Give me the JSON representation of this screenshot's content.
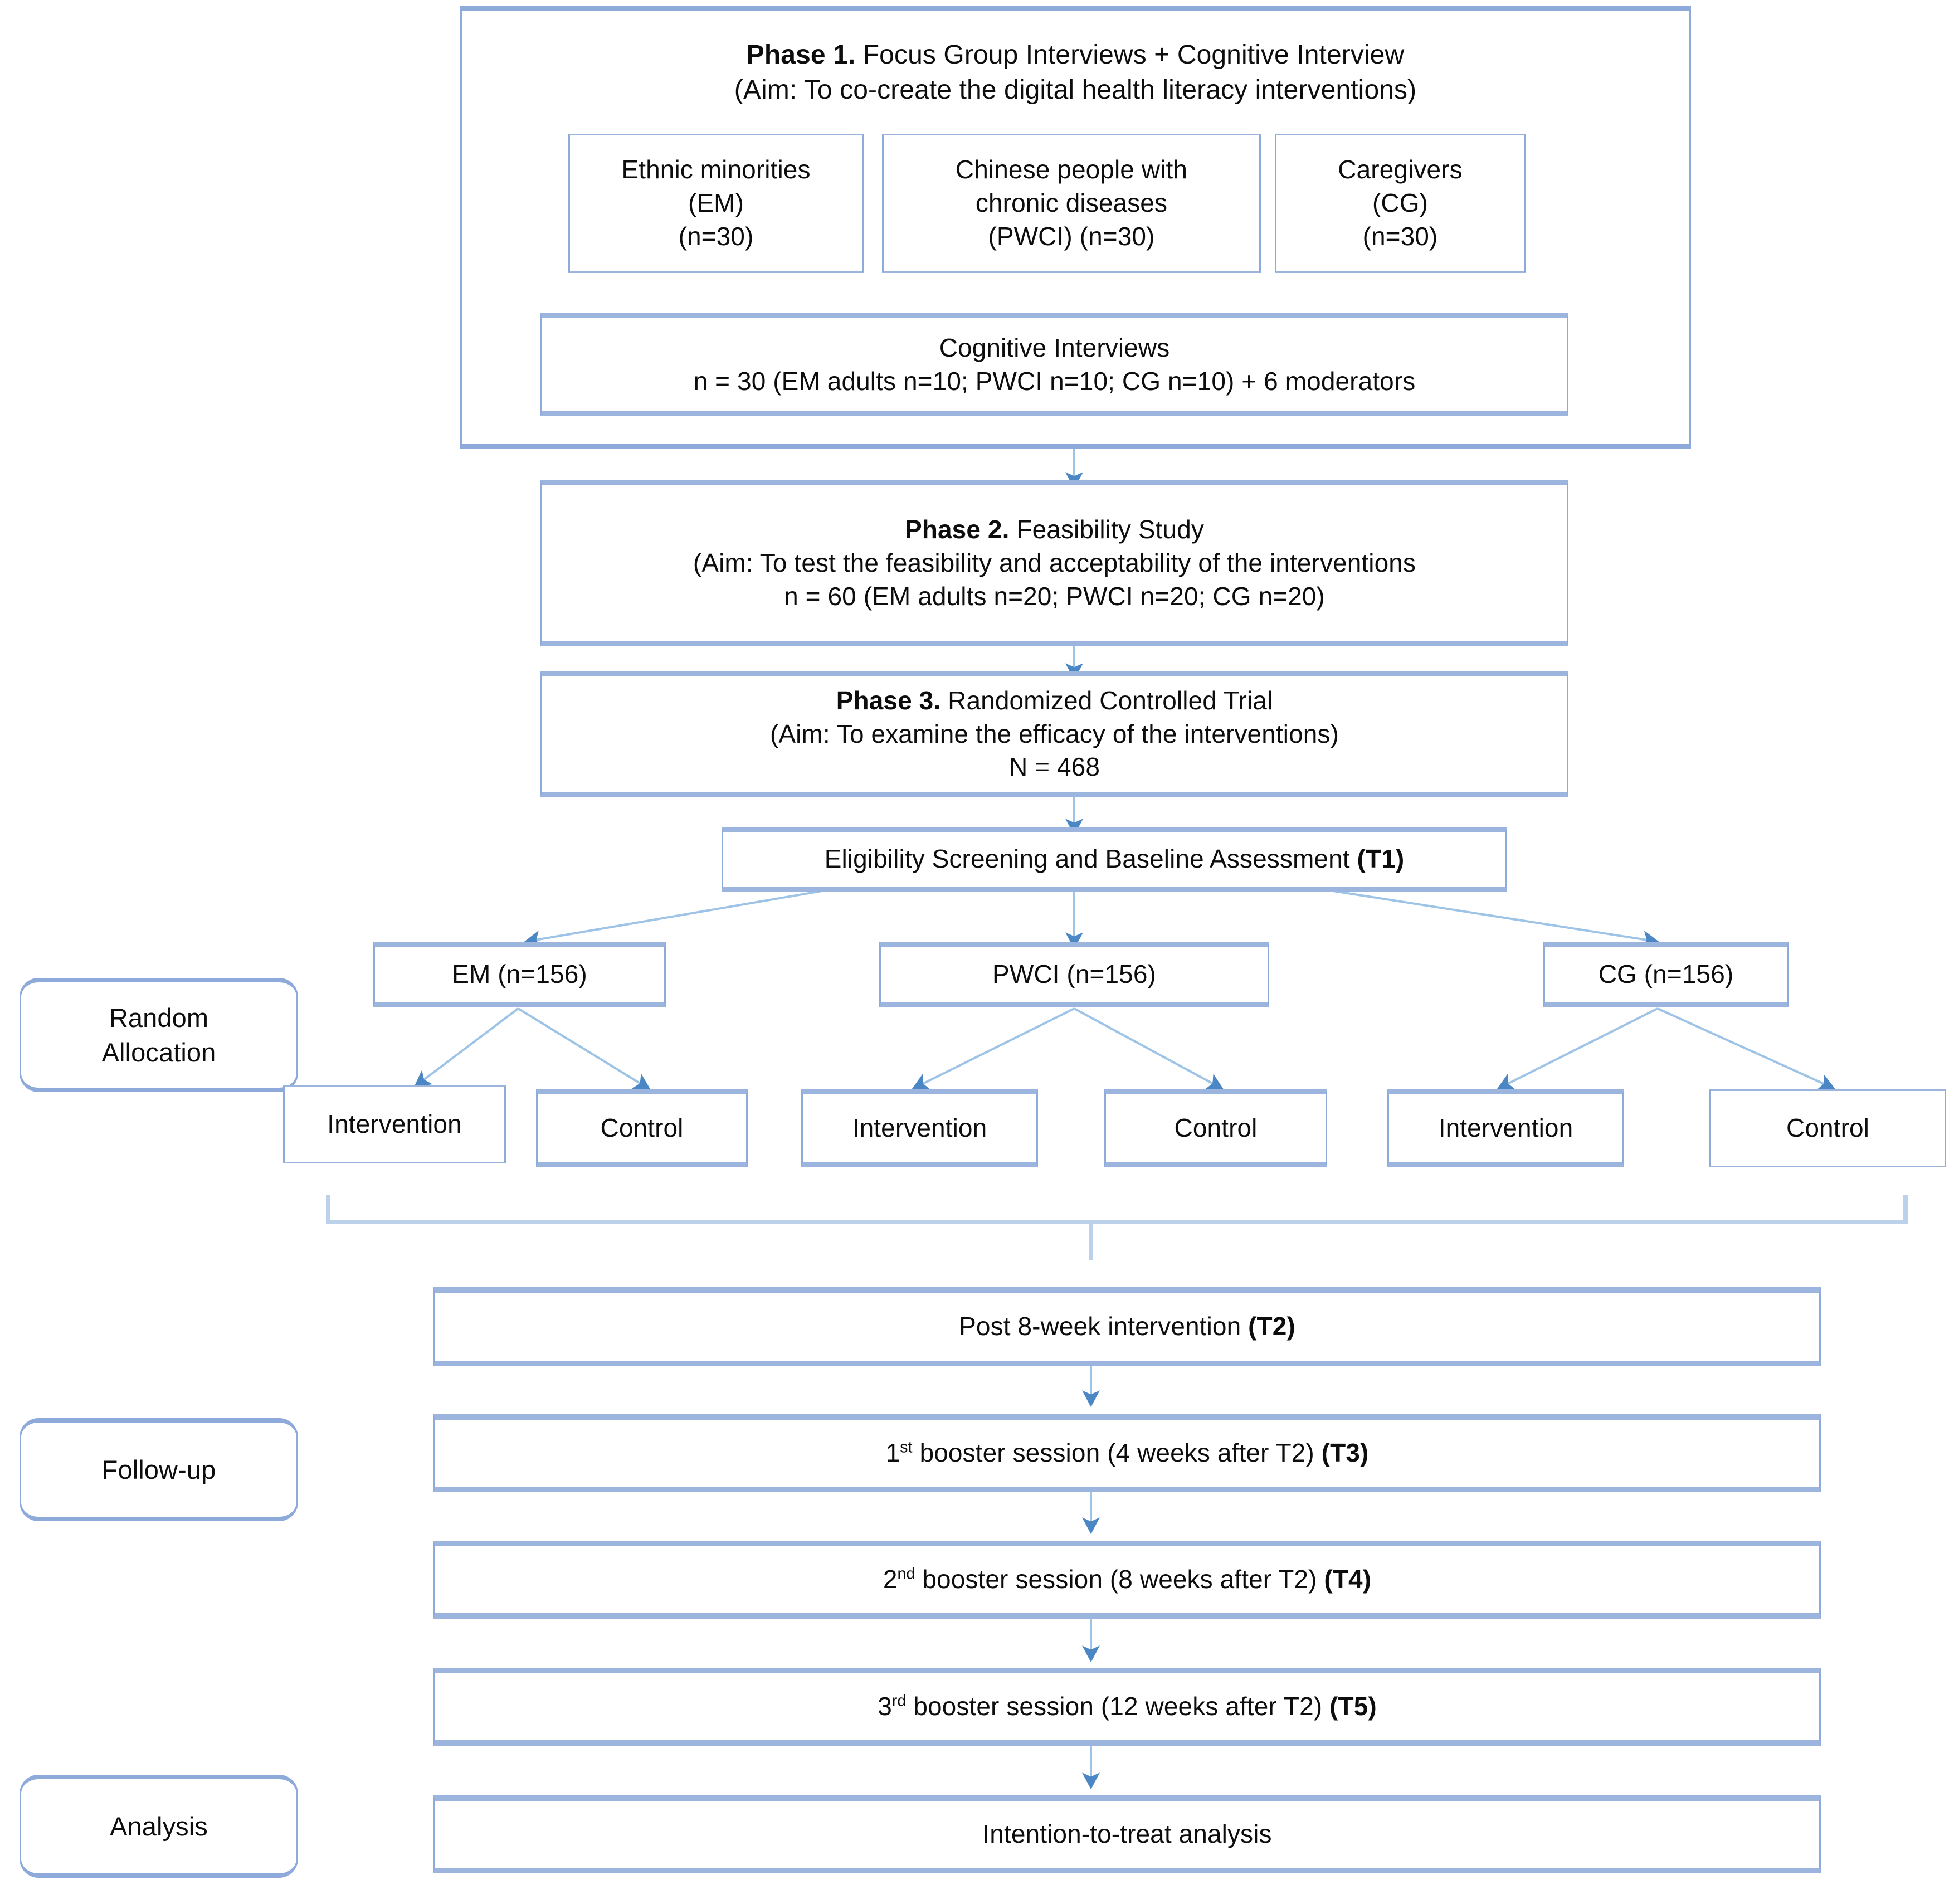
{
  "diagram": {
    "title": "Study design flowchart: three-phase digital health literacy trial",
    "accent_color": "#8EAADB",
    "arrow_color": "#9DC3E6",
    "text_color": "#0D0D0D",
    "background": "#FFFFFF"
  },
  "phase1": {
    "heading_bold": "Phase 1.",
    "heading_rest": " Focus Group Interviews + Cognitive Interview",
    "aim": "(Aim: To co-create the digital health literacy interventions)",
    "groups": [
      {
        "line1": "Ethnic minorities",
        "line2": "(EM)",
        "line3": "(n=30)"
      },
      {
        "line1": "Chinese people with",
        "line2": "chronic diseases",
        "line3": "(PWCI) (n=30)"
      },
      {
        "line1": "Caregivers",
        "line2": "(CG)",
        "line3": "(n=30)"
      }
    ],
    "cognitive": {
      "line1": "Cognitive Interviews",
      "line2": "n = 30 (EM adults n=10; PWCI n=10; CG n=10) + 6 moderators"
    }
  },
  "phase2": {
    "heading_bold": "Phase 2.",
    "heading_rest": " Feasibility Study",
    "aim": "(Aim: To test the feasibility and acceptability of the interventions",
    "sample": "n = 60 (EM adults n=20; PWCI n=20; CG n=20)"
  },
  "phase3": {
    "heading_bold": "Phase 3.",
    "heading_rest": " Randomized Controlled Trial",
    "aim": "(Aim: To examine the efficacy of the interventions)",
    "sample": "N = 468"
  },
  "baseline": {
    "text": "Eligibility Screening and Baseline Assessment ",
    "tag": "(T1)"
  },
  "stage_labels": {
    "random_allocation_line1": "Random",
    "random_allocation_line2": "Allocation",
    "follow_up": "Follow-up",
    "analysis": "Analysis"
  },
  "arms": [
    {
      "group": "EM (n=156)",
      "branches": [
        "Intervention",
        "Control"
      ]
    },
    {
      "group": "PWCI (n=156)",
      "branches": [
        "Intervention",
        "Control"
      ]
    },
    {
      "group": "CG (n=156)",
      "branches": [
        "Intervention",
        "Control"
      ]
    }
  ],
  "timeline": [
    {
      "pre": "Post 8-week intervention ",
      "sup": "",
      "mid": "",
      "tag": "(T2)"
    },
    {
      "pre": "1",
      "sup": "st",
      "mid": " booster session (4 weeks after T2) ",
      "tag": "(T3)"
    },
    {
      "pre": "2",
      "sup": "nd",
      "mid": " booster session (8 weeks after T2) ",
      "tag": "(T4)"
    },
    {
      "pre": "3",
      "sup": "rd",
      "mid": " booster session (12 weeks after T2) ",
      "tag": "(T5)"
    }
  ],
  "analysis": {
    "text": "Intention-to-treat analysis"
  }
}
